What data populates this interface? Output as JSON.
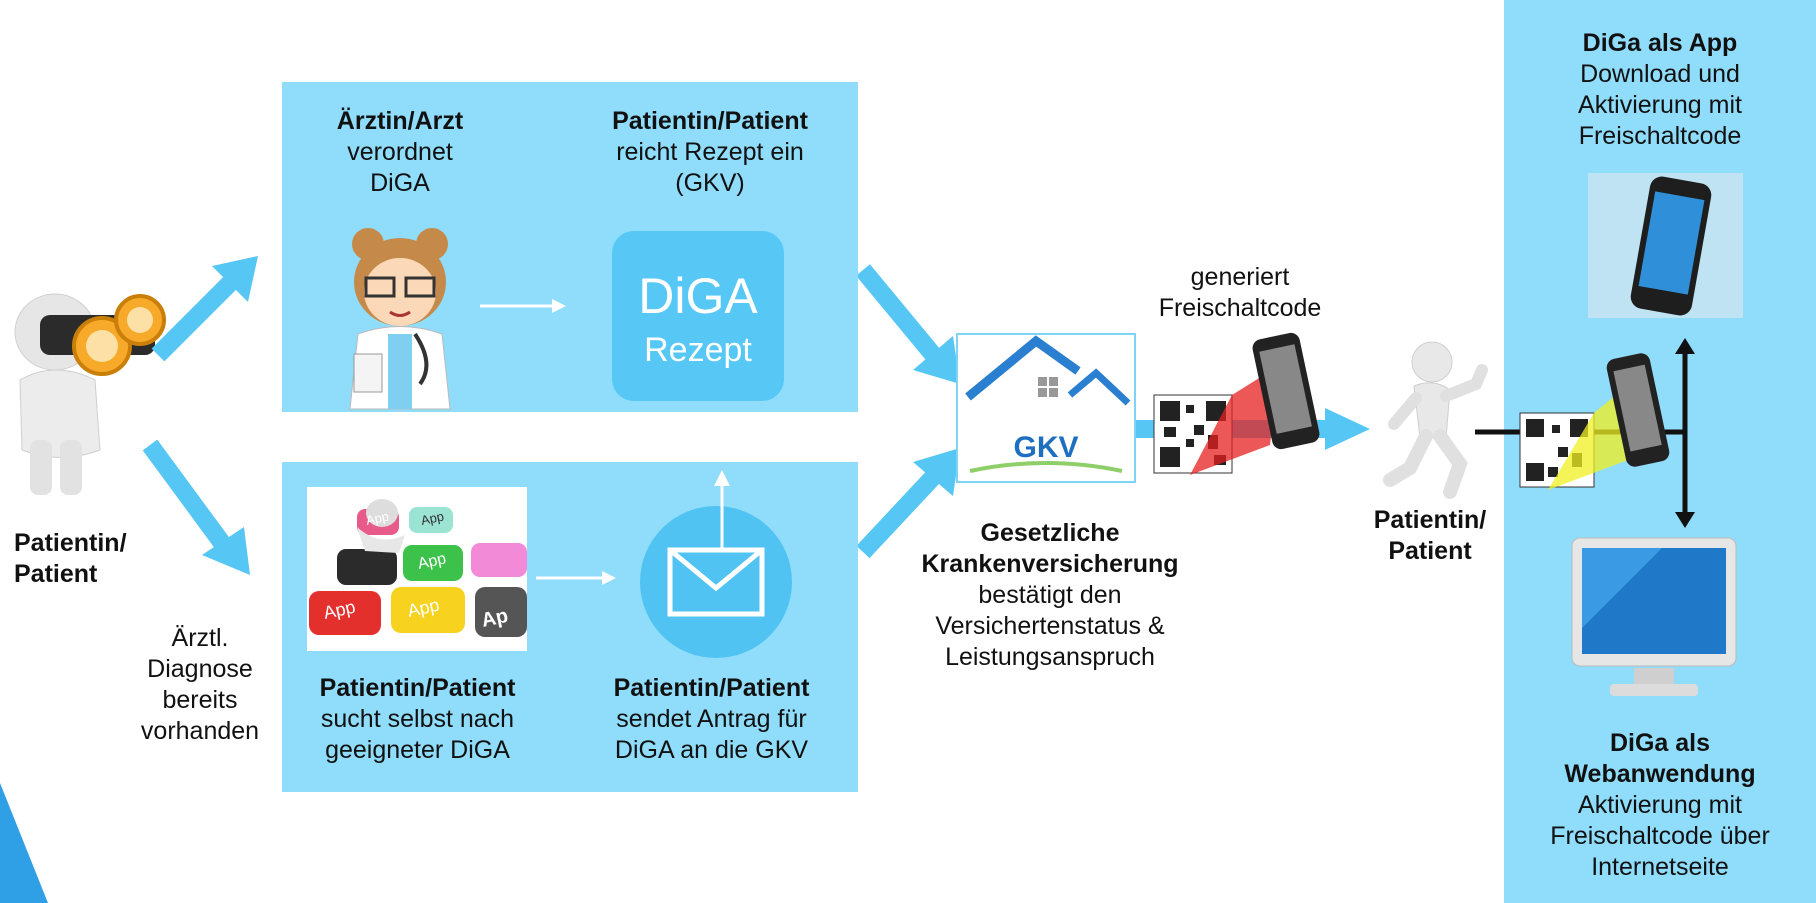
{
  "left_patient": {
    "label_line1": "Patientin/",
    "label_line2": "Patient"
  },
  "diagnosis_note": [
    "Ärztl.",
    "Diagnose",
    "bereits",
    "vorhanden"
  ],
  "top_box": {
    "doctor": {
      "title": "Ärztin/Arzt",
      "line1": "verordnet",
      "line2": "DiGA"
    },
    "patient": {
      "title": "Patientin/Patient",
      "line1": "reicht Rezept ein",
      "line2": "(GKV)"
    },
    "rx_card": {
      "title": "DiGA",
      "subtitle": "Rezept"
    }
  },
  "bottom_box": {
    "search": {
      "title": "Patientin/Patient",
      "line1": "sucht selbst nach",
      "line2": "geeigneter DiGA"
    },
    "apply": {
      "title": "Patientin/Patient",
      "line1": "sendet Antrag für",
      "line2": "DiGA an die GKV"
    },
    "app_keys": [
      "App",
      "App",
      "App",
      "App",
      "App",
      "Ap"
    ]
  },
  "gkv": {
    "logo_text": "GKV",
    "title_line1": "Gesetzliche",
    "title_line2": "Krankenversicherung",
    "line1": "bestätigt den",
    "line2": "Versichertenstatus &",
    "line3": "Leistungsanspruch"
  },
  "code_note": {
    "line1": "generiert",
    "line2": "Freischaltcode"
  },
  "right_patient": {
    "label_line1": "Patientin/",
    "label_line2": "Patient"
  },
  "right_panel": {
    "app": {
      "title": "DiGa als App",
      "line1": "Download und",
      "line2": "Aktivierung mit",
      "line3": "Freischaltcode"
    },
    "web": {
      "title_line1": "DiGa als",
      "title_line2": "Webanwendung",
      "line1": "Aktivierung mit",
      "line2": "Freischaltcode über",
      "line3": "Internetseite"
    }
  },
  "colors": {
    "panel_light": "#8fdcfb",
    "arrow": "#56c6f4",
    "rx_card": "#57c8f5",
    "gkv_blue": "#1f6fc0"
  }
}
